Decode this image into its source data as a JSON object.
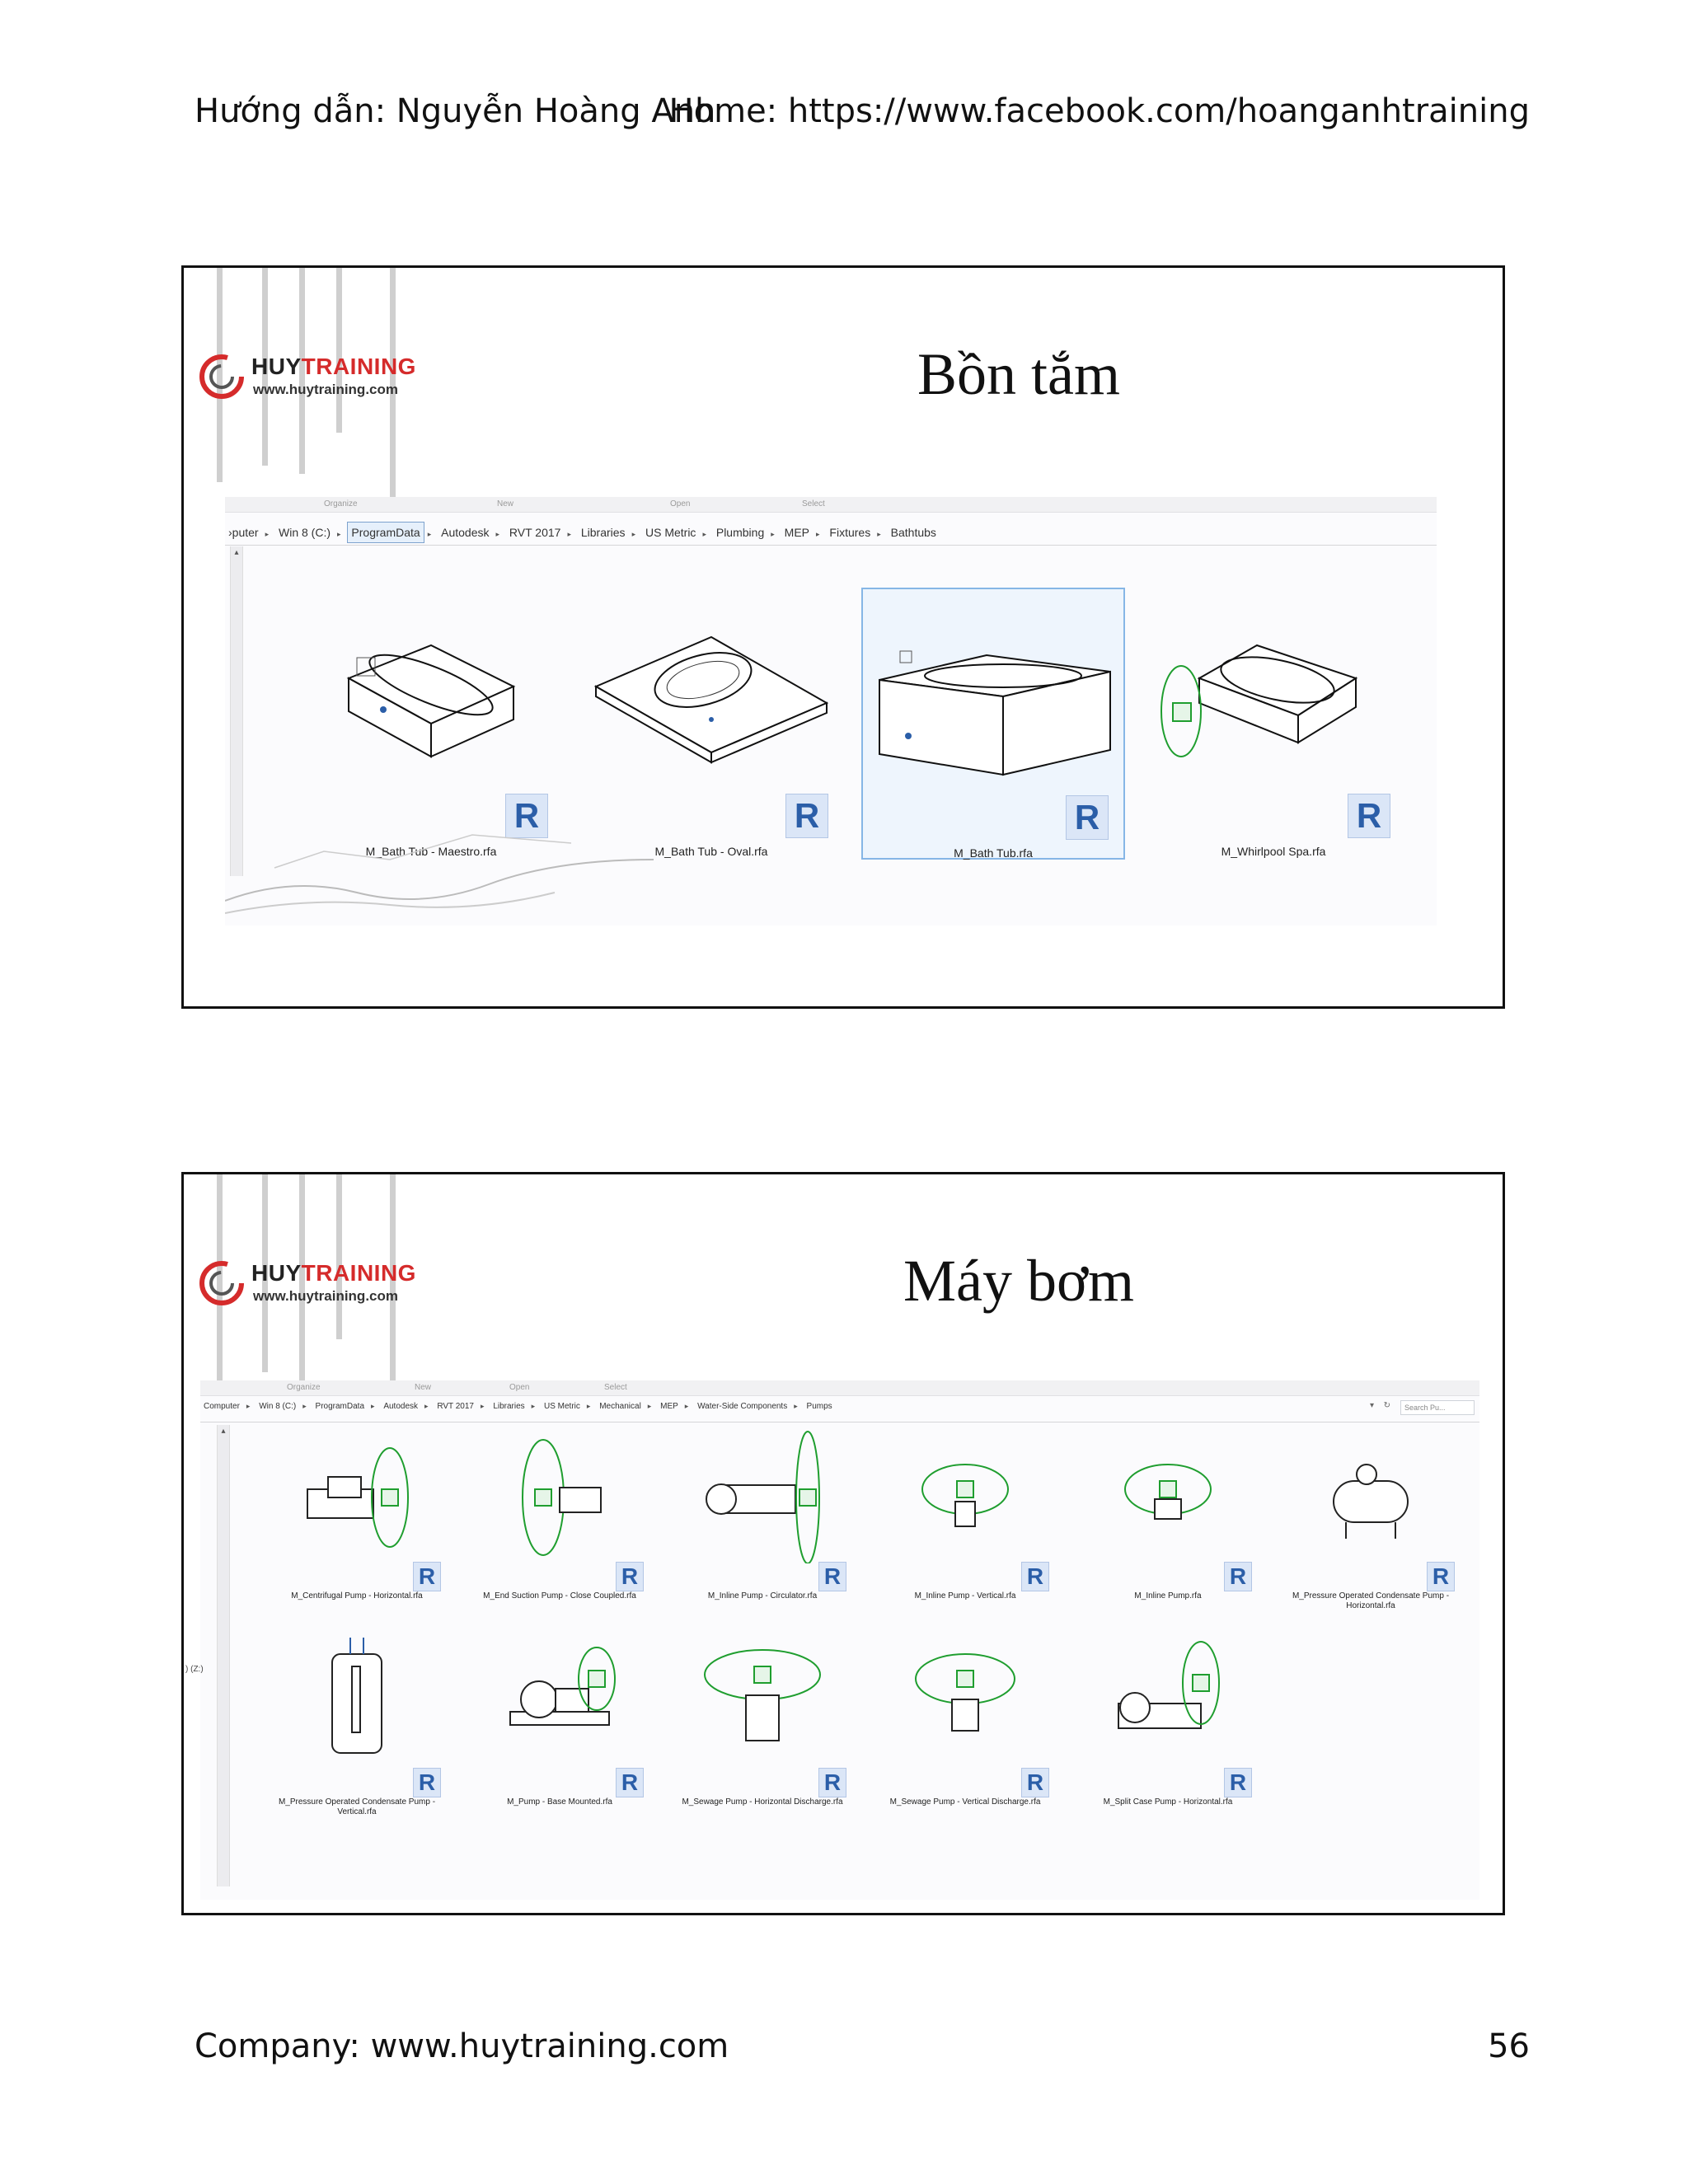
{
  "header": {
    "instructor": "Hướng dẫn: Nguyễn Hoàng Anh",
    "home": "Home: https://www.facebook.com/hoanganhtraining"
  },
  "footer": {
    "company": "Company: www.huytraining.com",
    "page_number": "56"
  },
  "logo": {
    "brand_part1": "HUY",
    "brand_part2": "TRAINING",
    "site": "www.huytraining.com"
  },
  "colors": {
    "brand_red": "#d52b2b",
    "revit_blue": "#2b5ea8",
    "selection_blue": "#86b6e6",
    "family_green": "#1f9e2f"
  },
  "slides": [
    {
      "title": "Bồn tắm",
      "ribbon": [
        "Organize",
        "New",
        "Open",
        "Select"
      ],
      "breadcrumb": [
        "›puter",
        "Win 8 (C:)",
        "ProgramData",
        "Autodesk",
        "RVT 2017",
        "Libraries",
        "US Metric",
        "Plumbing",
        "MEP",
        "Fixtures",
        "Bathtubs"
      ],
      "active_crumb": "ProgramData",
      "files": [
        {
          "name": "M_Bath Tub - Maestro.rfa",
          "icon": "revit-file-icon"
        },
        {
          "name": "M_Bath Tub - Oval.rfa",
          "icon": "revit-file-icon"
        },
        {
          "name": "M_Bath Tub.rfa",
          "icon": "revit-file-icon"
        },
        {
          "name": "M_Whirlpool Spa.rfa",
          "icon": "revit-file-icon"
        }
      ],
      "selected_file": "M_Bath Tub.rfa"
    },
    {
      "title": "Máy bơm",
      "ribbon": [
        "Organize",
        "New",
        "Open",
        "Select"
      ],
      "breadcrumb": [
        "Computer",
        "Win 8 (C:)",
        "ProgramData",
        "Autodesk",
        "RVT 2017",
        "Libraries",
        "US Metric",
        "Mechanical",
        "MEP",
        "Water-Side Components",
        "Pumps"
      ],
      "search_placeholder": "Search Pu...",
      "side_drive_label": ") (Z:)",
      "files": [
        {
          "name": "M_Centrifugal Pump - Horizontal.rfa",
          "icon": "revit-file-icon"
        },
        {
          "name": "M_End Suction Pump - Close Coupled.rfa",
          "icon": "revit-file-icon"
        },
        {
          "name": "M_Inline Pump - Circulator.rfa",
          "icon": "revit-file-icon"
        },
        {
          "name": "M_Inline Pump - Vertical.rfa",
          "icon": "revit-file-icon"
        },
        {
          "name": "M_Inline Pump.rfa",
          "icon": "revit-file-icon"
        },
        {
          "name": "M_Pressure Operated Condensate Pump - Horizontal.rfa",
          "icon": "revit-file-icon"
        },
        {
          "name": "M_Pressure Operated Condensate Pump - Vertical.rfa",
          "icon": "revit-file-icon"
        },
        {
          "name": "M_Pump - Base Mounted.rfa",
          "icon": "revit-file-icon"
        },
        {
          "name": "M_Sewage Pump - Horizontal Discharge.rfa",
          "icon": "revit-file-icon"
        },
        {
          "name": "M_Sewage Pump - Vertical Discharge.rfa",
          "icon": "revit-file-icon"
        },
        {
          "name": "M_Split Case Pump - Horizontal.rfa",
          "icon": "revit-file-icon"
        }
      ]
    }
  ]
}
